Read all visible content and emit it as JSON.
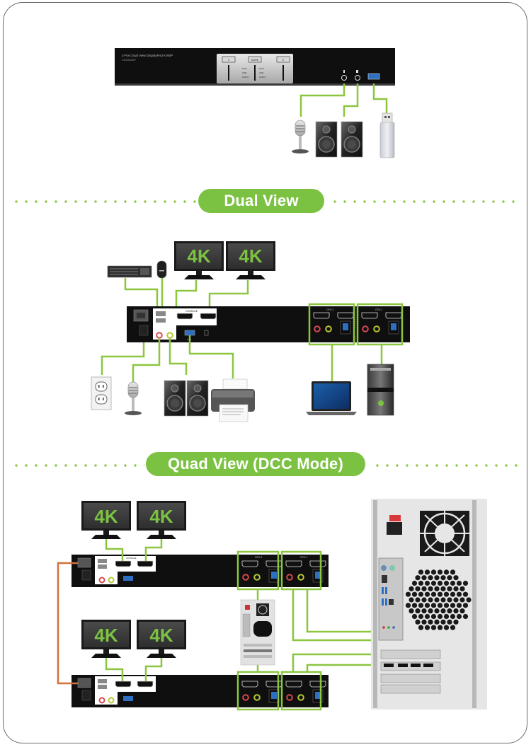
{
  "colors": {
    "accent_green": "#7cc242",
    "cable_green": "#8cc63f",
    "link_orange": "#d4703a",
    "device_black": "#111111"
  },
  "front_panel": {
    "model_line1": "2-Port Dual View DisplayPort KVMP",
    "model_line2": "CS1942DP",
    "button_1": "1",
    "button_mode": "MODE",
    "button_2": "2",
    "leds_left": [
      "KVM",
      "USB",
      "AUDIO"
    ],
    "leds_right": [
      "KVM",
      "USB",
      "AUDIO"
    ],
    "port_icons": [
      "microphone-jack",
      "speaker-jack",
      "usb-3-port"
    ],
    "usb_label": "SS"
  },
  "front_devices": [
    "microphone",
    "speaker",
    "speaker",
    "usb-flash-drive"
  ],
  "sections": [
    {
      "id": "dual",
      "label": "Dual View"
    },
    {
      "id": "quad",
      "label": "Quad View (DCC Mode)"
    }
  ],
  "monitors": {
    "label": "4K"
  },
  "rear_panel": {
    "console_label": "CONSOLE",
    "cpu2_label": "CPU 2",
    "cpu1_label": "CPU 1",
    "usb_label": "USB",
    "ss_label": "SS"
  },
  "dual_view_devices": {
    "top": [
      "keyboard",
      "mouse",
      "monitor-4k",
      "monitor-4k"
    ],
    "bottom": [
      "power-outlet",
      "microphone",
      "speaker",
      "speaker",
      "printer",
      "laptop",
      "desktop-pc"
    ]
  },
  "quad_view_devices": [
    "monitor-4k",
    "monitor-4k",
    "monitor-4k",
    "monitor-4k",
    "mini-tower-pc",
    "tower-pc-rear"
  ]
}
